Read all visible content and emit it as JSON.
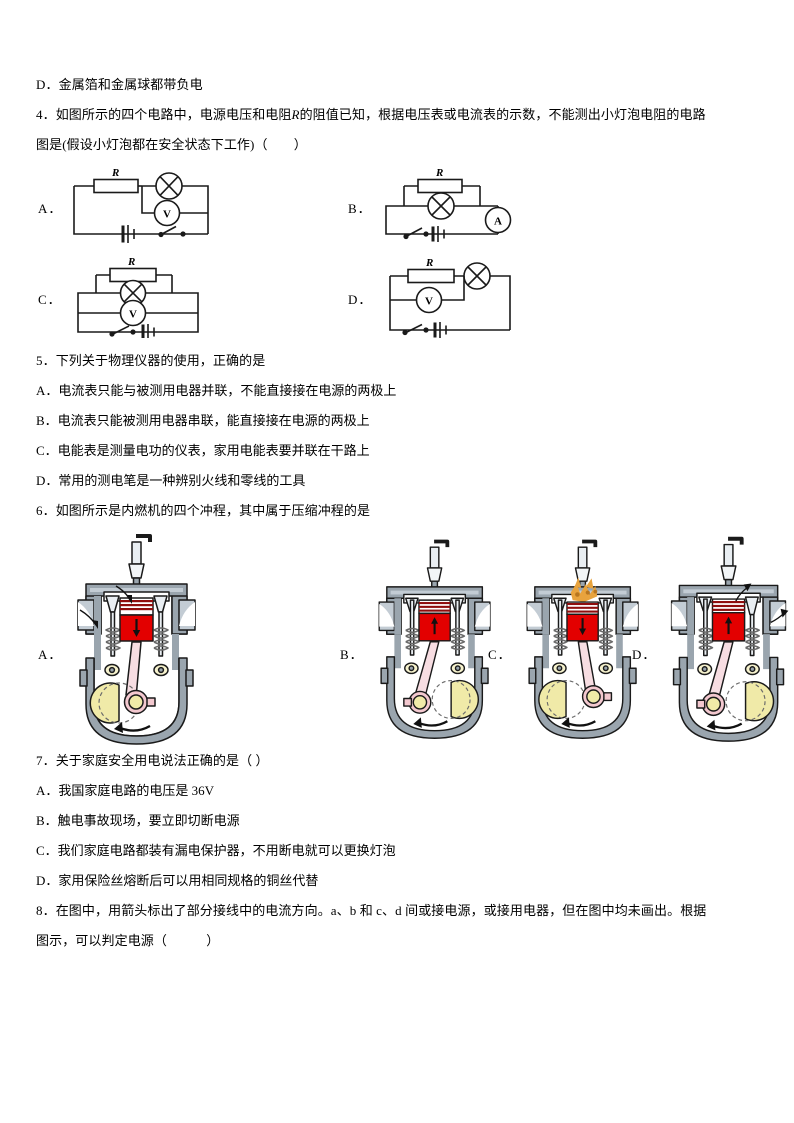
{
  "document": {
    "type": "physics-exam-paper",
    "language": "zh-CN"
  },
  "q3_tail": {
    "option_d": "D．金属箔和金属球都带负电"
  },
  "q4": {
    "number": "4",
    "stem_part1": "4．如图所示的四个电路中，电源电压和电阻",
    "stem_italic": "R",
    "stem_part2": "的阻值已知，根据电压表或电流表的示数，不能测出小灯泡电阻的电路",
    "stem_line2": "图是(假设小灯泡都在安全状态下工作)（　　）",
    "figures": [
      {
        "label": "A．",
        "resistor_label": "R",
        "meter": "V",
        "meter_name": "voltmeter",
        "description": "R in series with lamp; voltmeter across lamp; battery and switch in bottom branch"
      },
      {
        "label": "B．",
        "resistor_label": "R",
        "meter": "A",
        "meter_name": "ammeter",
        "description": "R parallel with lamp; ammeter in main branch; switch and battery at bottom"
      },
      {
        "label": "C．",
        "resistor_label": "R",
        "meter": "V",
        "meter_name": "voltmeter",
        "description": "R parallel with lamp; voltmeter across the parallel combination; switch and battery at bottom"
      },
      {
        "label": "D．",
        "resistor_label": "R",
        "meter": "V",
        "meter_name": "voltmeter",
        "description": "R in series with lamp; voltmeter across R; switch and battery at bottom"
      }
    ]
  },
  "q5": {
    "stem": "5．下列关于物理仪器的使用，正确的是",
    "options": [
      "A．电流表只能与被测用电器并联，不能直接接在电源的两极上",
      "B．电流表只能被测用电器串联，能直接接在电源的两极上",
      "C．电能表是测量电功的仪表，家用电能表要并联在干路上",
      "D．常用的测电笔是一种辨别火线和零线的工具"
    ]
  },
  "q6": {
    "stem": "6．如图所示是内燃机的四个冲程，其中属于压缩冲程的是",
    "figures": [
      {
        "label": "A．",
        "stroke": "intake",
        "piston_arrow": "down",
        "intake_valve": "open",
        "exhaust_valve": "closed",
        "spark": false
      },
      {
        "label": "B．",
        "stroke": "compression",
        "piston_arrow": "up",
        "intake_valve": "closed",
        "exhaust_valve": "closed",
        "spark": false
      },
      {
        "label": "C．",
        "stroke": "power",
        "piston_arrow": "down",
        "intake_valve": "closed",
        "exhaust_valve": "closed",
        "spark": true
      },
      {
        "label": "D．",
        "stroke": "exhaust",
        "piston_arrow": "up",
        "intake_valve": "closed",
        "exhaust_valve": "open",
        "spark": false
      }
    ]
  },
  "q7": {
    "stem": "7．关于家庭安全用电说法正确的是（  ）",
    "options": [
      "A．我国家庭电路的电压是 36V",
      "B．触电事故现场，要立即切断电源",
      "C．我们家庭电路都装有漏电保护器，不用断电就可以更换灯泡",
      "D．家用保险丝熔断后可以用相同规格的铜丝代替"
    ]
  },
  "q8": {
    "stem_line1": "8．在图中，用箭头标出了部分接线中的电流方向。a、b 和 c、d 间或接电源，或接用电器，但在图中均未画出。根据",
    "stem_line2": "图示，可以判定电源（　　　）"
  },
  "colors": {
    "text": "#000000",
    "engine_body": "#9aa5ae",
    "engine_body_light": "#c3ccd4",
    "piston_red": "#e30000",
    "piston_dark_red": "#8f0d0d",
    "crank_yellow": "#f0eaa8",
    "rod_pink": "#f3c8cf",
    "spark_orange": "#e8a33d",
    "outline": "#111111"
  }
}
